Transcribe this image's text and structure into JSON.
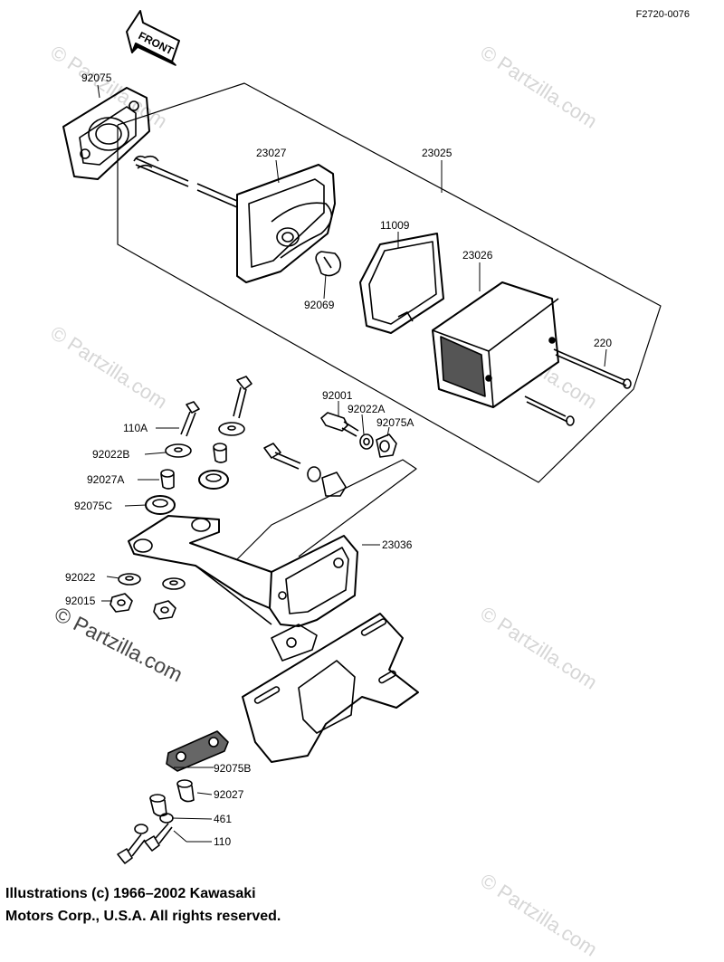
{
  "diagram_code": "F2720-0076",
  "front_label": "FRONT",
  "watermark_text": "© Partzilla.com",
  "copyright_lines": [
    "Illustrations (c) 1966–2002 Kawasaki",
    "Motors Corp., U.S.A.  All rights reserved."
  ],
  "parts": [
    {
      "id": "92075"
    },
    {
      "id": "23027"
    },
    {
      "id": "23025"
    },
    {
      "id": "11009"
    },
    {
      "id": "23026"
    },
    {
      "id": "92069"
    },
    {
      "id": "220"
    },
    {
      "id": "92001"
    },
    {
      "id": "92022A"
    },
    {
      "id": "92075A"
    },
    {
      "id": "110A"
    },
    {
      "id": "92022B"
    },
    {
      "id": "92027A"
    },
    {
      "id": "92075C"
    },
    {
      "id": "23036"
    },
    {
      "id": "92022"
    },
    {
      "id": "92015"
    },
    {
      "id": "92075B"
    },
    {
      "id": "92027"
    },
    {
      "id": "461"
    },
    {
      "id": "110"
    }
  ]
}
